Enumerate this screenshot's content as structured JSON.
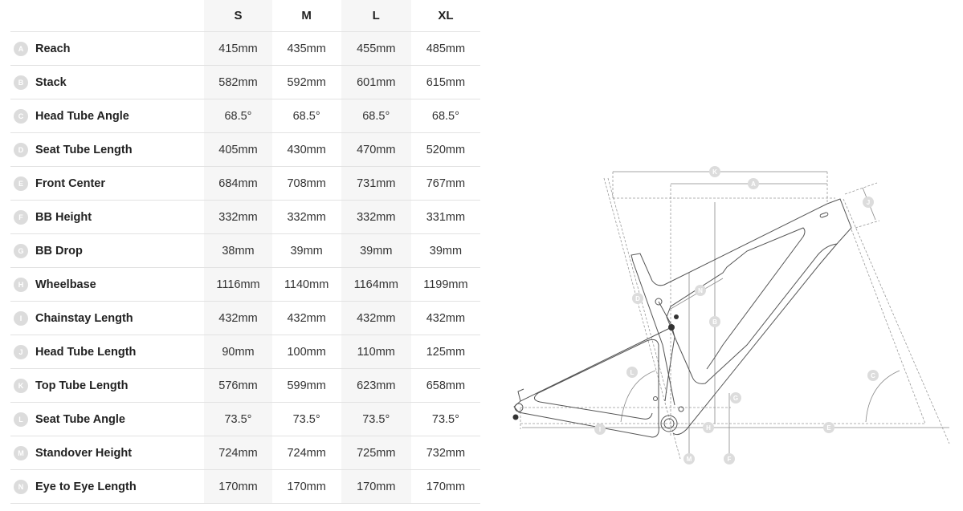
{
  "sizes": [
    "S",
    "M",
    "L",
    "XL"
  ],
  "rows": [
    {
      "letter": "A",
      "label": "Reach",
      "values": [
        "415mm",
        "435mm",
        "455mm",
        "485mm"
      ]
    },
    {
      "letter": "B",
      "label": "Stack",
      "values": [
        "582mm",
        "592mm",
        "601mm",
        "615mm"
      ]
    },
    {
      "letter": "C",
      "label": "Head Tube Angle",
      "values": [
        "68.5°",
        "68.5°",
        "68.5°",
        "68.5°"
      ]
    },
    {
      "letter": "D",
      "label": "Seat Tube Length",
      "values": [
        "405mm",
        "430mm",
        "470mm",
        "520mm"
      ]
    },
    {
      "letter": "E",
      "label": "Front Center",
      "values": [
        "684mm",
        "708mm",
        "731mm",
        "767mm"
      ]
    },
    {
      "letter": "F",
      "label": "BB Height",
      "values": [
        "332mm",
        "332mm",
        "332mm",
        "331mm"
      ]
    },
    {
      "letter": "G",
      "label": "BB Drop",
      "values": [
        "38mm",
        "39mm",
        "39mm",
        "39mm"
      ]
    },
    {
      "letter": "H",
      "label": "Wheelbase",
      "values": [
        "1116mm",
        "1140mm",
        "1164mm",
        "1199mm"
      ]
    },
    {
      "letter": "I",
      "label": "Chainstay Length",
      "values": [
        "432mm",
        "432mm",
        "432mm",
        "432mm"
      ]
    },
    {
      "letter": "J",
      "label": "Head Tube Length",
      "values": [
        "90mm",
        "100mm",
        "110mm",
        "125mm"
      ]
    },
    {
      "letter": "K",
      "label": "Top Tube Length",
      "values": [
        "576mm",
        "599mm",
        "623mm",
        "658mm"
      ]
    },
    {
      "letter": "L",
      "label": "Seat Tube Angle",
      "values": [
        "73.5°",
        "73.5°",
        "73.5°",
        "73.5°"
      ]
    },
    {
      "letter": "M",
      "label": "Standover Height",
      "values": [
        "724mm",
        "724mm",
        "725mm",
        "732mm"
      ]
    },
    {
      "letter": "N",
      "label": "Eye to Eye Length",
      "values": [
        "170mm",
        "170mm",
        "170mm",
        "170mm"
      ]
    }
  ],
  "colors": {
    "badge": "#dcdcdc",
    "shade": "#f6f6f6",
    "line": "#e2e2e2",
    "diagram": "#555555"
  }
}
